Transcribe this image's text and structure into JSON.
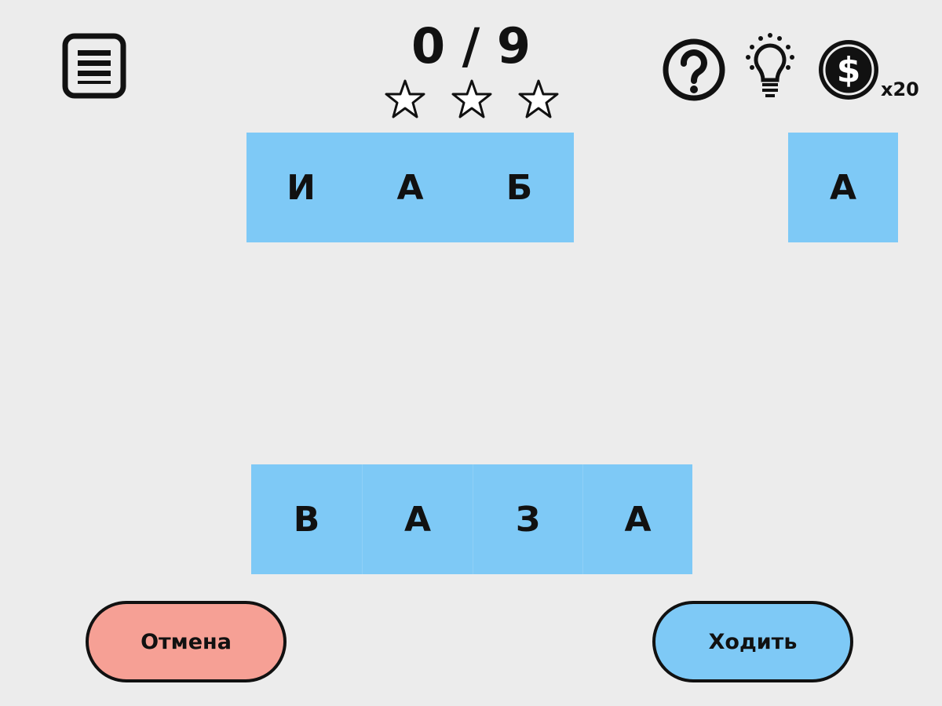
{
  "header": {
    "score": "0 / 9",
    "stars_earned": 0,
    "stars_total": 3,
    "coin_count": "x20"
  },
  "board": {
    "top_word_tiles": [
      "И",
      "А",
      "Б"
    ],
    "top_single_tile": "А"
  },
  "input": {
    "tiles": [
      "В",
      "А",
      "З",
      "А"
    ]
  },
  "buttons": {
    "cancel": "Отмена",
    "move": "Ходить"
  },
  "colors": {
    "tile": "#7ec9f6",
    "cancel": "#f6a095",
    "move": "#7ec9f6",
    "background": "#ececec"
  }
}
